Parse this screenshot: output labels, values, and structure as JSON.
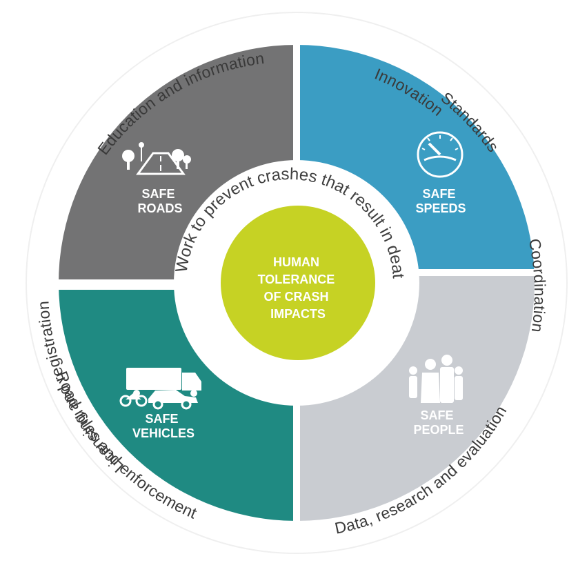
{
  "diagram": {
    "outer_labels": {
      "education": "Education and information",
      "innovation": "Innovation",
      "standards": "Standards",
      "coordination": "Coordination",
      "data": "Data, research and evaluation",
      "road_rules": "Road rules and enforcement",
      "licensing": "Licensing and registration"
    },
    "ring_text": "Work to prevent crashes that result in death or serious injury",
    "center": {
      "line1": "HUMAN",
      "line2": "TOLERANCE",
      "line3": "OF CRASH",
      "line4": "IMPACTS"
    },
    "quadrants": {
      "roads": {
        "line1": "SAFE",
        "line2": "ROADS",
        "icon": "road-with-trees-icon"
      },
      "speeds": {
        "line1": "SAFE",
        "line2": "SPEEDS",
        "icon": "speedometer-icon"
      },
      "vehicles": {
        "line1": "SAFE",
        "line2": "VEHICLES",
        "icon": "vehicles-icon"
      },
      "people": {
        "line1": "SAFE",
        "line2": "PEOPLE",
        "icon": "family-icon"
      }
    },
    "colors": {
      "roads": "#737374",
      "speeds": "#3b9dc3",
      "vehicles": "#1f8a82",
      "people": "#c9ccd1",
      "center": "#c6d224",
      "ring": "#ffffff"
    }
  }
}
